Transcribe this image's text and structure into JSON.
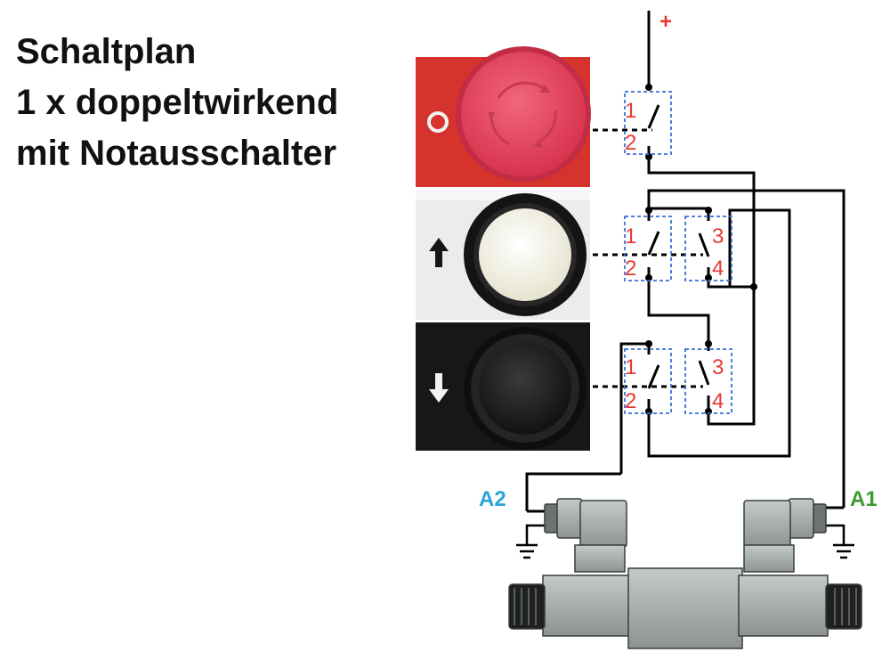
{
  "title": {
    "line1": "Schaltplan",
    "line2": "1 x doppeltwirkend",
    "line3": "mit Notausschalter"
  },
  "supply": {
    "plus": "+"
  },
  "stop_button": {
    "symbol": "O",
    "contacts": [
      "1",
      "2"
    ]
  },
  "up_button": {
    "symbol": "arrow-up-icon",
    "contacts_nc": [
      "1",
      "2"
    ],
    "contacts_no": [
      "3",
      "4"
    ]
  },
  "down_button": {
    "symbol": "arrow-down-icon",
    "contacts_nc": [
      "1",
      "2"
    ],
    "contacts_no": [
      "3",
      "4"
    ]
  },
  "coils": {
    "left": "A2",
    "right": "A1"
  },
  "colors": {
    "plus": "#e53935",
    "terminal_numbers": "#e53935",
    "A2": "#29a3d8",
    "A1": "#3c9a2e",
    "stop_panel": "#d6332c",
    "stop_button": "#ec4f66",
    "up_panel": "#ececec",
    "down_panel": "#171717",
    "valve": "#a9b0ab"
  }
}
